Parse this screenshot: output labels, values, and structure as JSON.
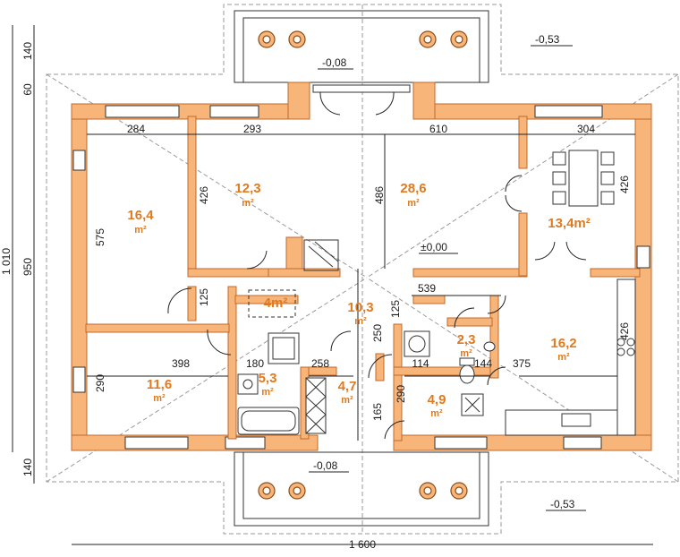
{
  "colors": {
    "wall": "#f7b57a",
    "wall_edge": "#c0692a",
    "area_text": "#e07a1f",
    "line": "#222222",
    "dash": "#9a9a9a"
  },
  "rooms": [
    {
      "id": "room-bedroom-left",
      "area": "16,4",
      "unit": "m²"
    },
    {
      "id": "room-bedroom-mid",
      "area": "12,3",
      "unit": "m²"
    },
    {
      "id": "room-living",
      "area": "28,6",
      "unit": "m²"
    },
    {
      "id": "room-dining",
      "area": "13,4m²",
      "unit": ""
    },
    {
      "id": "room-storage",
      "area": "4m²",
      "unit": ""
    },
    {
      "id": "room-hall",
      "area": "10,3",
      "unit": "m²"
    },
    {
      "id": "room-bedroom-small",
      "area": "11,6",
      "unit": "m²"
    },
    {
      "id": "room-bathroom",
      "area": "5,3",
      "unit": "m²"
    },
    {
      "id": "room-corridor",
      "area": "4,7",
      "unit": "m²"
    },
    {
      "id": "room-wc",
      "area": "2,3",
      "unit": "m²"
    },
    {
      "id": "room-utility",
      "area": "4,9",
      "unit": "m²"
    },
    {
      "id": "room-kitchen",
      "area": "16,2",
      "unit": "m²"
    }
  ],
  "dimensions": {
    "top_widths": [
      "284",
      "293",
      "610",
      "304"
    ],
    "heights": [
      "575",
      "426",
      "486",
      "426",
      "125",
      "125",
      "250",
      "165",
      "290",
      "290",
      "426"
    ],
    "inner": [
      "398",
      "180",
      "258",
      "114",
      "144",
      "375",
      "539"
    ],
    "left_total_1": "1 010",
    "left_total_2": "950",
    "left_140_top": "140",
    "left_60": "60",
    "left_140_bottom": "140",
    "bottom_total": "1 600"
  },
  "levels": {
    "zero": "±0,00",
    "terrace_top": "-0,08",
    "terrace_bottom": "-0,08",
    "ground_top": "-0,53",
    "ground_bottom": "-0,53"
  }
}
